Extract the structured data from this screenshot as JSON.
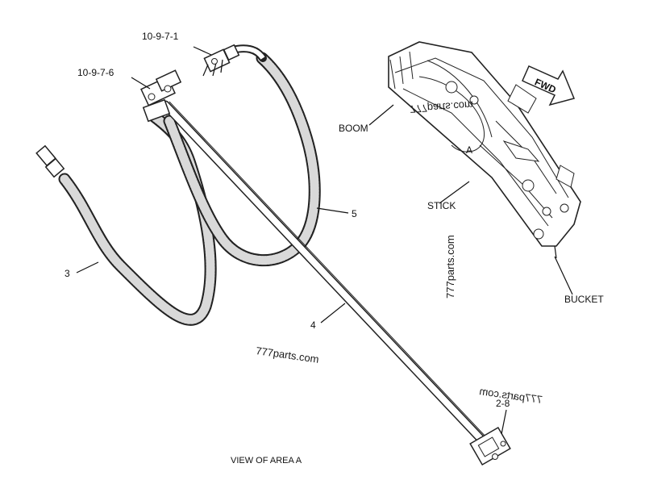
{
  "callouts": {
    "part_10_9_7_1": "10-9-7-1",
    "part_10_9_7_6": "10-9-7-6",
    "part_3": "3",
    "part_4": "4",
    "part_5": "5",
    "part_2_8": "2-8",
    "boom": "BOOM",
    "stick": "STICK",
    "bucket": "BUCKET",
    "area": "A",
    "fwd": "FWD"
  },
  "watermarks": {
    "main": "777parts.com",
    "side": "777parts.com",
    "mirrored_bottom": "777parts.com",
    "mirrored_top": "777parts.com"
  },
  "caption": "VIEW OF AREA A"
}
